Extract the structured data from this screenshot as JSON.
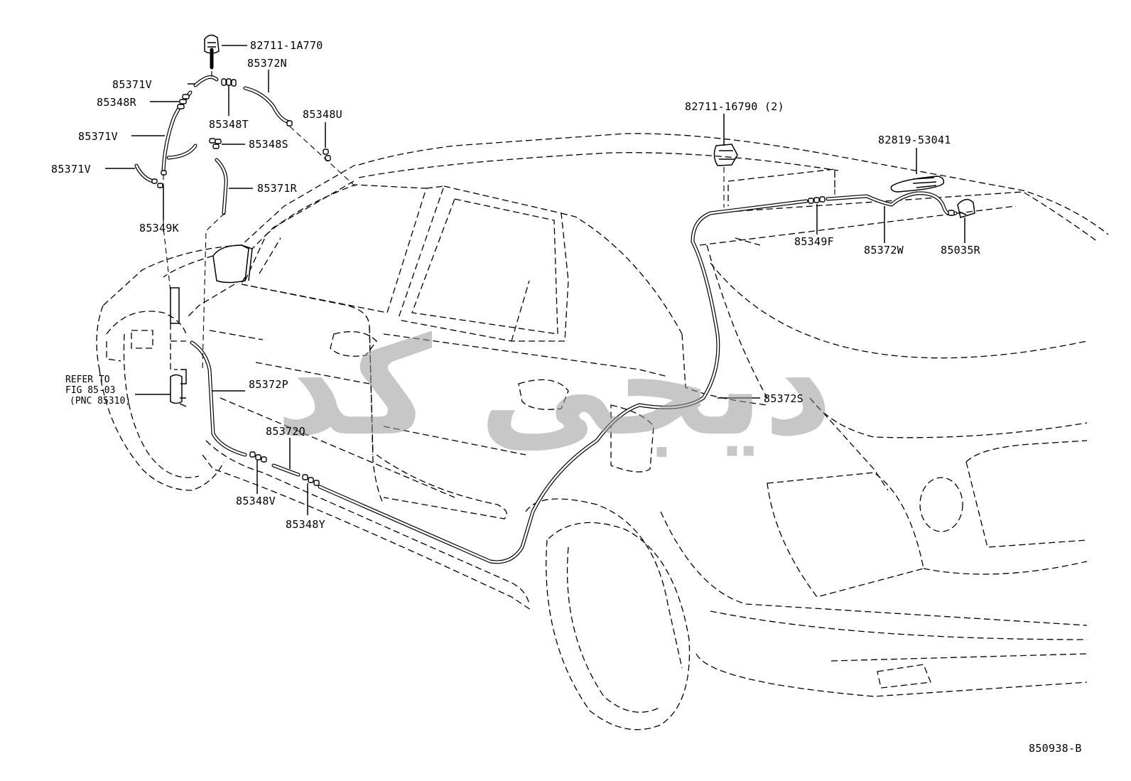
{
  "diagram_code": "850938-B",
  "watermark_text": "دیجی کد",
  "refer_note": {
    "line1": "REFER TO",
    "line2": "FIG 85-03",
    "line3": "(PNC 85310)"
  },
  "parts": {
    "p82711_1a770": "82711-1A770",
    "p85372n": "85372N",
    "p85371v_a": "85371V",
    "p85348r": "85348R",
    "p85348t": "85348T",
    "p85348u": "85348U",
    "p85371v_b": "85371V",
    "p85348s": "85348S",
    "p85371v_c": "85371V",
    "p85371r": "85371R",
    "p85349k": "85349K",
    "p82711_16790": "82711-16790 (2)",
    "p82819_53041": "82819-53041",
    "p85349f": "85349F",
    "p85372w": "85372W",
    "p85035r": "85035R",
    "p85372p": "85372P",
    "p85372s": "85372S",
    "p85372q": "85372Q",
    "p85348v": "85348V",
    "p85348y": "85348Y"
  }
}
